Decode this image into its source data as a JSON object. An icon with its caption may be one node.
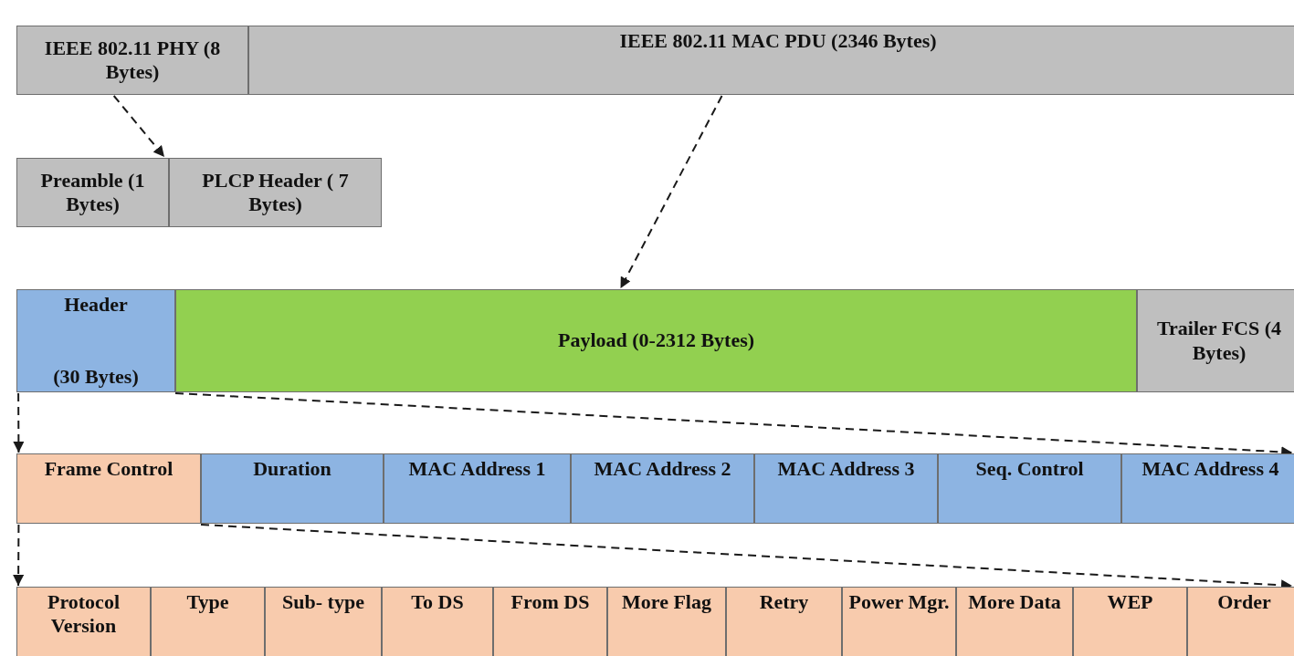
{
  "diagram": {
    "nodes": [
      {
        "text": [
          "IEEE 802.11 PHY (8 Bytes)"
        ]
      },
      {
        "text": [
          "IEEE 802.11 MAC PDU (2346 Bytes)"
        ]
      },
      {
        "text": [
          "Preamble (1 Bytes)"
        ]
      },
      {
        "text": [
          "PLCP Header ( 7 Bytes)"
        ]
      },
      {
        "text": [
          "Header",
          "(30 Bytes)"
        ]
      },
      {
        "text": [
          "Payload (0-2312 Bytes)"
        ]
      },
      {
        "text": [
          "Trailer FCS (4 Bytes)"
        ]
      },
      {
        "text": [
          "Frame Control"
        ]
      },
      {
        "text": [
          "Duration"
        ]
      },
      {
        "text": [
          "MAC Address 1"
        ]
      },
      {
        "text": [
          "MAC Address 2"
        ]
      },
      {
        "text": [
          "MAC Address 3"
        ]
      },
      {
        "text": [
          "Seq. Control"
        ]
      },
      {
        "text": [
          "MAC Address 4"
        ]
      },
      {
        "text": [
          "Protocol Version"
        ]
      },
      {
        "text": [
          "Type"
        ]
      },
      {
        "text": [
          "Sub- type"
        ]
      },
      {
        "text": [
          "To DS"
        ]
      },
      {
        "text": [
          "From DS"
        ]
      },
      {
        "text": [
          "More Flag"
        ]
      },
      {
        "text": [
          "Retry"
        ]
      },
      {
        "text": [
          "Power Mgr."
        ]
      },
      {
        "text": [
          "More Data"
        ]
      },
      {
        "text": [
          "WEP"
        ]
      },
      {
        "text": [
          "Order"
        ]
      }
    ],
    "edges": [
      {
        "from": 0,
        "to": 2,
        "arrow": "to",
        "style": "dashed"
      },
      {
        "from": 1,
        "to": 5,
        "arrow": "to",
        "style": "dashed"
      },
      {
        "from": 4,
        "to": 7,
        "arrow": "to",
        "style": "dashed"
      },
      {
        "from": 4,
        "to": 13,
        "arrow": "to",
        "style": "dashed"
      },
      {
        "from": 7,
        "to": 14,
        "arrow": "to",
        "style": "dashed"
      },
      {
        "from": 7,
        "to": 24,
        "arrow": "to",
        "style": "dashed"
      }
    ]
  }
}
